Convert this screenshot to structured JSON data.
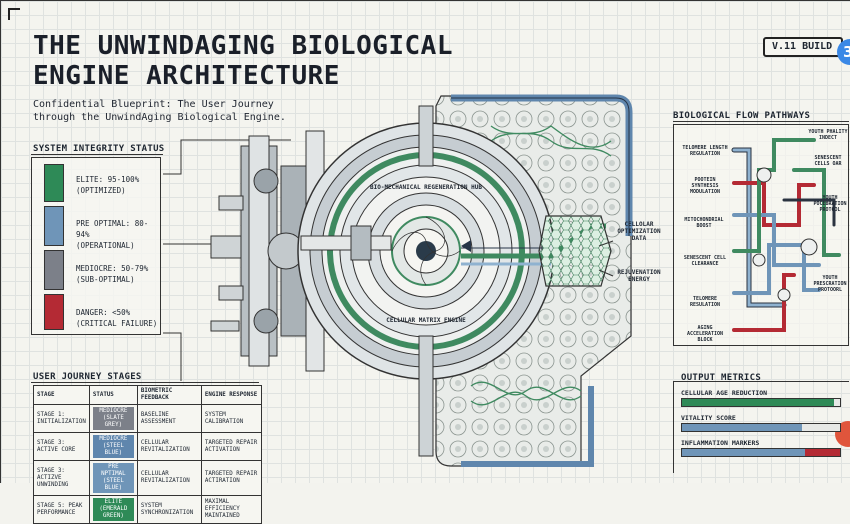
{
  "header": {
    "title_line1": "THE UNWINDAGING BIOLOGICAL",
    "title_line2": "ENGINE ARCHITECTURE",
    "subtitle_line1": "Confidential Blueprint: The User Journey",
    "subtitle_line2": "through the UnwindAging Biological Engine.",
    "build_label": "V.11 BUILD",
    "build_bubble": "3"
  },
  "integrity": {
    "heading": "SYSTEM INTEGRITY STATUS",
    "levels": [
      {
        "line1": "ELITE: 95-100%",
        "line2": "(OPTIMIZED)",
        "color": "#2e8a57"
      },
      {
        "line1": "PRE OPTIMAL: 80-94%",
        "line2": "(OPERATIONAL)",
        "color": "#6f95b8"
      },
      {
        "line1": "MEDIOCRE: 50-79%",
        "line2": "(SUB-OPTIMAL)",
        "color": "#7c8089"
      },
      {
        "line1": "DANGER: <50%",
        "line2": "(CRITICAL FAILURE)",
        "color": "#b42a34"
      }
    ]
  },
  "stages": {
    "heading": "USER JOURNEY STAGES",
    "columns": [
      "STAGE",
      "STATUS",
      "BIOMETRIC FEEDBACK",
      "ENGINE RESPONSE"
    ],
    "rows": [
      {
        "stage": "STAGE 1: INITIALIZATION",
        "status": "MEDIOCRE (SLATE GREY)",
        "status_color": "#7c8089",
        "feedback": "BASELINE ASSESSMENT",
        "response": "SYSTEM CALIBRATION"
      },
      {
        "stage": "STAGE 3: ACTIVE CORE",
        "status": "MEDIOCRE (STEEL BLUE)",
        "status_color": "#5f86ad",
        "feedback": "CELLULAR REVITALIZATION",
        "response": "TARGETED REPAIR ACTIVATION"
      },
      {
        "stage": "STAGE 3: ACTIZVE UNWINDING",
        "status": "PRE NPTIMAL (STEEL BLUE)",
        "status_color": "#6f95b8",
        "feedback": "CELLULAR REVITALIZATION",
        "response": "TARGETED REPAIR ACTIRATION"
      },
      {
        "stage": "STAGE 5: PEAK PERFORMANCE",
        "status": "ELITE (EMERALD GREEN)",
        "status_color": "#2e8a57",
        "feedback": "SYSTEM SYNCHRONIZATION",
        "response": "MAXIMAL EFFICIENCY MAINTAINED"
      }
    ]
  },
  "engine": {
    "hub_label_top": "BIO-MECHANICAL REGENERATION HUB",
    "hub_label_bottom": "CELLULAR MATRIX ENGINE",
    "callout_data_line1": "CELLOLAR",
    "callout_data_line2": "OPTIMIZATION",
    "callout_data_line3": "DATA",
    "callout_energy_line1": "REJUVENATION",
    "callout_energy_line2": "ENERGY"
  },
  "flow": {
    "heading": "BIOLOGICAL FLOW PATHWAYS",
    "left_labels": [
      "TELOMERE LENGTH REGULATION",
      "POOTEIN SYNTHESIS MODULATION",
      "MITOCHONDRIAL BOOST",
      "SENESCENT CELL CLEARANCE",
      "TELOMERE RESULATION",
      "AGING ACCELERATION BLOCK"
    ],
    "right_labels": [
      "YOUTH PHALITY INDECT",
      "SENESCENT CELLS OAR",
      "YOUTH POCEBRATION PROTOOL",
      "YOUTH PRESCRATION PROTOORL"
    ]
  },
  "metrics": {
    "heading": "OUTPUT METRICS",
    "items": [
      {
        "label": "CELLULAR AGE REDUCTION",
        "level": 0.96,
        "color": "#2e8a57"
      },
      {
        "label": "VITALITY SCORE",
        "level": 0.76,
        "color": "#6f95b8"
      },
      {
        "label": "INFLAMMATION MARKERS",
        "level": 1.0,
        "color": "#6f95b8"
      }
    ]
  },
  "colors": {
    "green": "#2e8a57",
    "blue": "#6f95b8",
    "grey": "#7c8089",
    "red": "#b42a34",
    "ink": "#1d2530"
  }
}
